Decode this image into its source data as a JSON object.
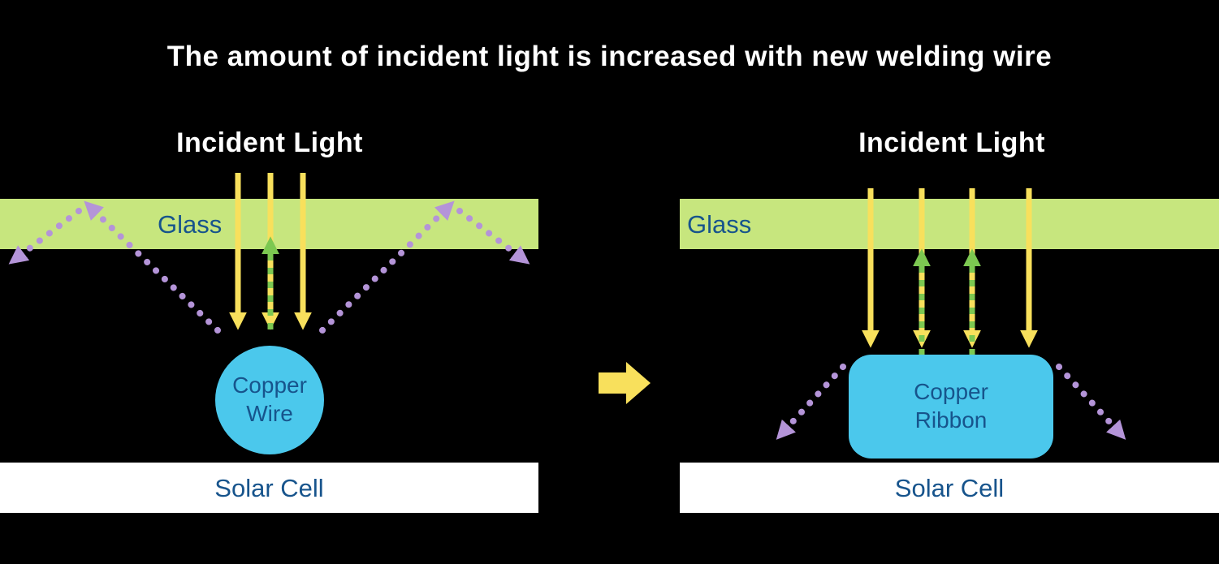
{
  "title": "The amount of incident light is increased with new welding wire",
  "colors": {
    "background": "#000000",
    "title_text": "#ffffff",
    "glass_fill": "#c7e67e",
    "label_blue": "#17548c",
    "light_yellow": "#f8e05c",
    "reflect_green": "#7cc851",
    "reflect_purple": "#b494d8",
    "copper_cyan": "#4bc8ec",
    "solar_cell_white": "#ffffff"
  },
  "before": {
    "incident_light_label": "Incident Light",
    "glass_label": "Glass",
    "conductor_label": "Copper\nWire",
    "solar_cell_label": "Solar Cell"
  },
  "after": {
    "incident_light_label": "Incident Light",
    "glass_label": "Glass",
    "conductor_label": "Copper\nRibbon",
    "solar_cell_label": "Solar Cell"
  }
}
